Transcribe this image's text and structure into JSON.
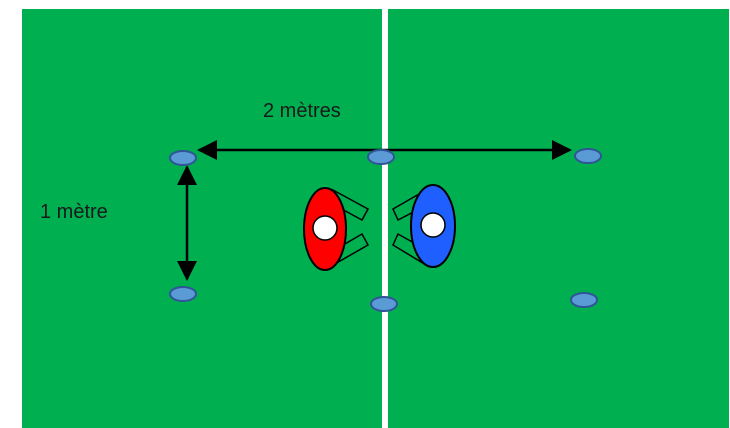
{
  "colors": {
    "field": "#00b050",
    "line": "#ffffff",
    "cone_fill": "#5b9bd5",
    "cone_stroke": "#2f5597",
    "arrow": "#000000",
    "player_red": "#ff0000",
    "player_blue": "#1f5fff",
    "player_head": "#ffffff"
  },
  "labels": {
    "horizontal_distance": "2 mètres",
    "vertical_distance": "1 mètre"
  },
  "icons": {
    "cone": "cone-marker-icon",
    "player": "player-topdown-icon"
  },
  "players": [
    {
      "team": "red",
      "facing": "right"
    },
    {
      "team": "blue",
      "facing": "left"
    }
  ],
  "cone_count": 6
}
